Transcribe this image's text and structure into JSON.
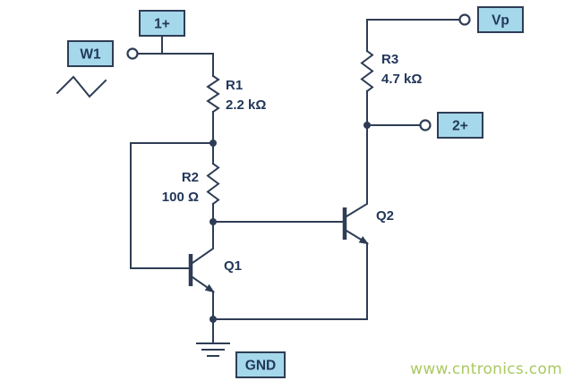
{
  "schematic": {
    "terminals": {
      "w1": "W1",
      "ch1": "1+",
      "vp": "Vp",
      "ch2": "2+",
      "gnd": "GND"
    },
    "components": {
      "r1": {
        "ref": "R1",
        "value": "2.2 kΩ"
      },
      "r2": {
        "ref": "R2",
        "value": "100 Ω"
      },
      "r3": {
        "ref": "R3",
        "value": "4.7 kΩ"
      },
      "q1": {
        "ref": "Q1"
      },
      "q2": {
        "ref": "Q2"
      }
    }
  },
  "watermark": "www.cntronics.com",
  "colors": {
    "line": "#2e3d55",
    "box_fill": "#a5d8eb",
    "box_border": "#2e3d55",
    "text": "#22375a",
    "watermark": "#aac963",
    "background": "#ffffff"
  }
}
